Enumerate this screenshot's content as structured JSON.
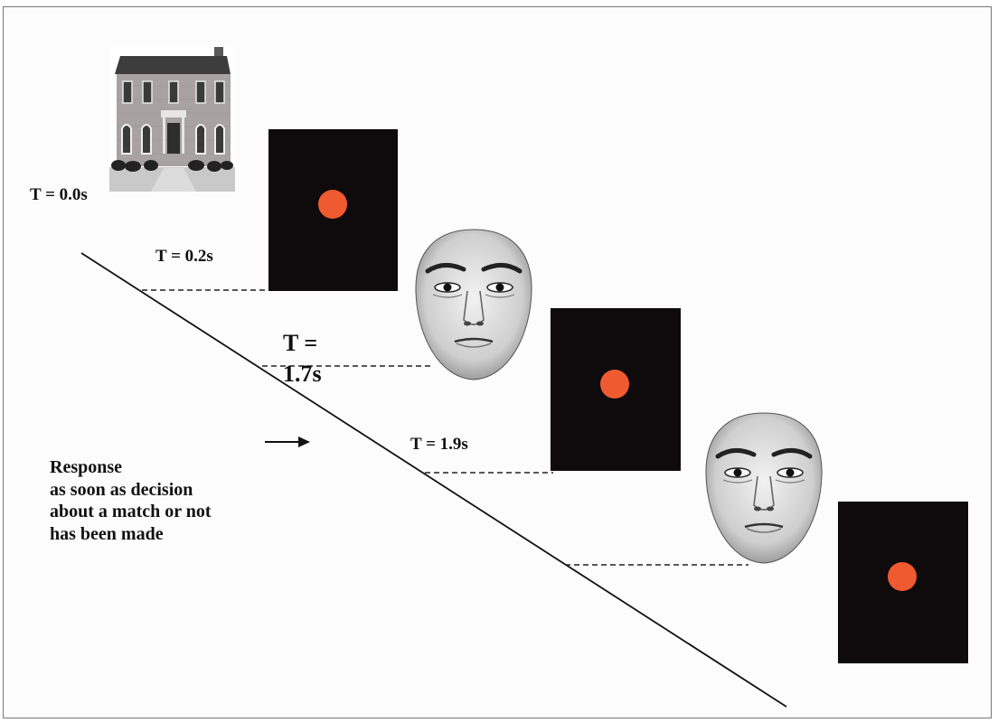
{
  "timeline": {
    "t0_label": "T = 0.0s",
    "t1_label": "T = 0.2s",
    "t2_label_line1": "T =",
    "t2_label_line2": "1.7s",
    "t3_label": "T = 1.9s"
  },
  "response": {
    "line1": "Response",
    "line2": "as soon as decision",
    "line3": "about a match or not",
    "line4": "has been made"
  },
  "stimuli": {
    "sequence": [
      "house-image",
      "fixation-dot-screen",
      "face-image",
      "fixation-dot-screen",
      "face-image",
      "fixation-dot-screen"
    ]
  },
  "colors": {
    "screen": "#0f0a0b",
    "fixation_dot": "#ef5a30",
    "line": "#111111"
  }
}
